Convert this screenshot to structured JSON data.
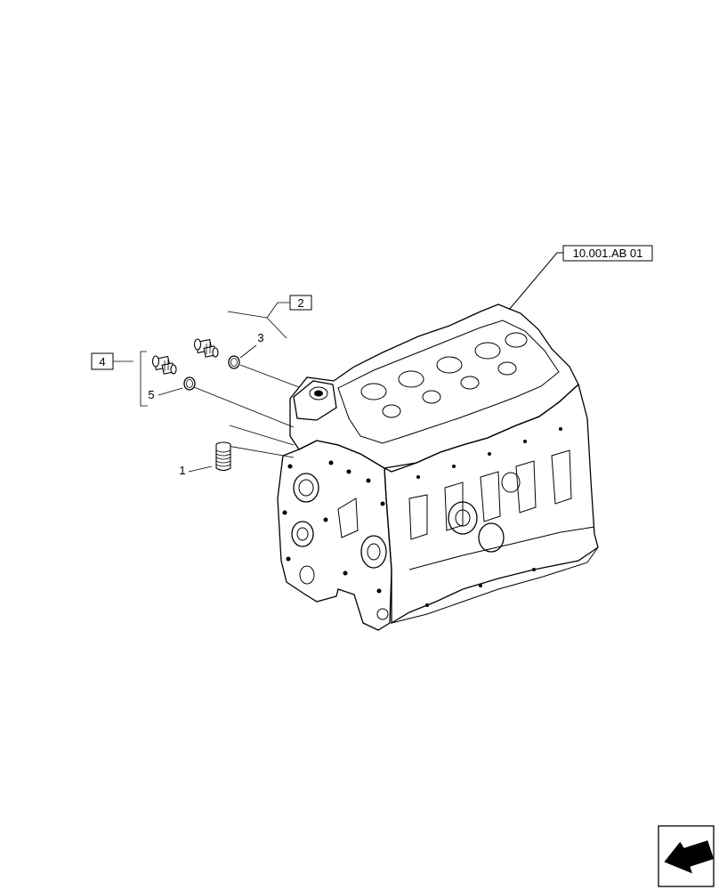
{
  "diagram": {
    "reference_box": "10.001.AB 01",
    "callouts": {
      "box_2": "2",
      "box_4": "4",
      "item_1": "1",
      "item_3": "3",
      "item_5": "5"
    },
    "icons": [
      "engine-block-drawing",
      "plug-part",
      "washer-part",
      "stud-part",
      "navigation-arrow-icon"
    ]
  }
}
